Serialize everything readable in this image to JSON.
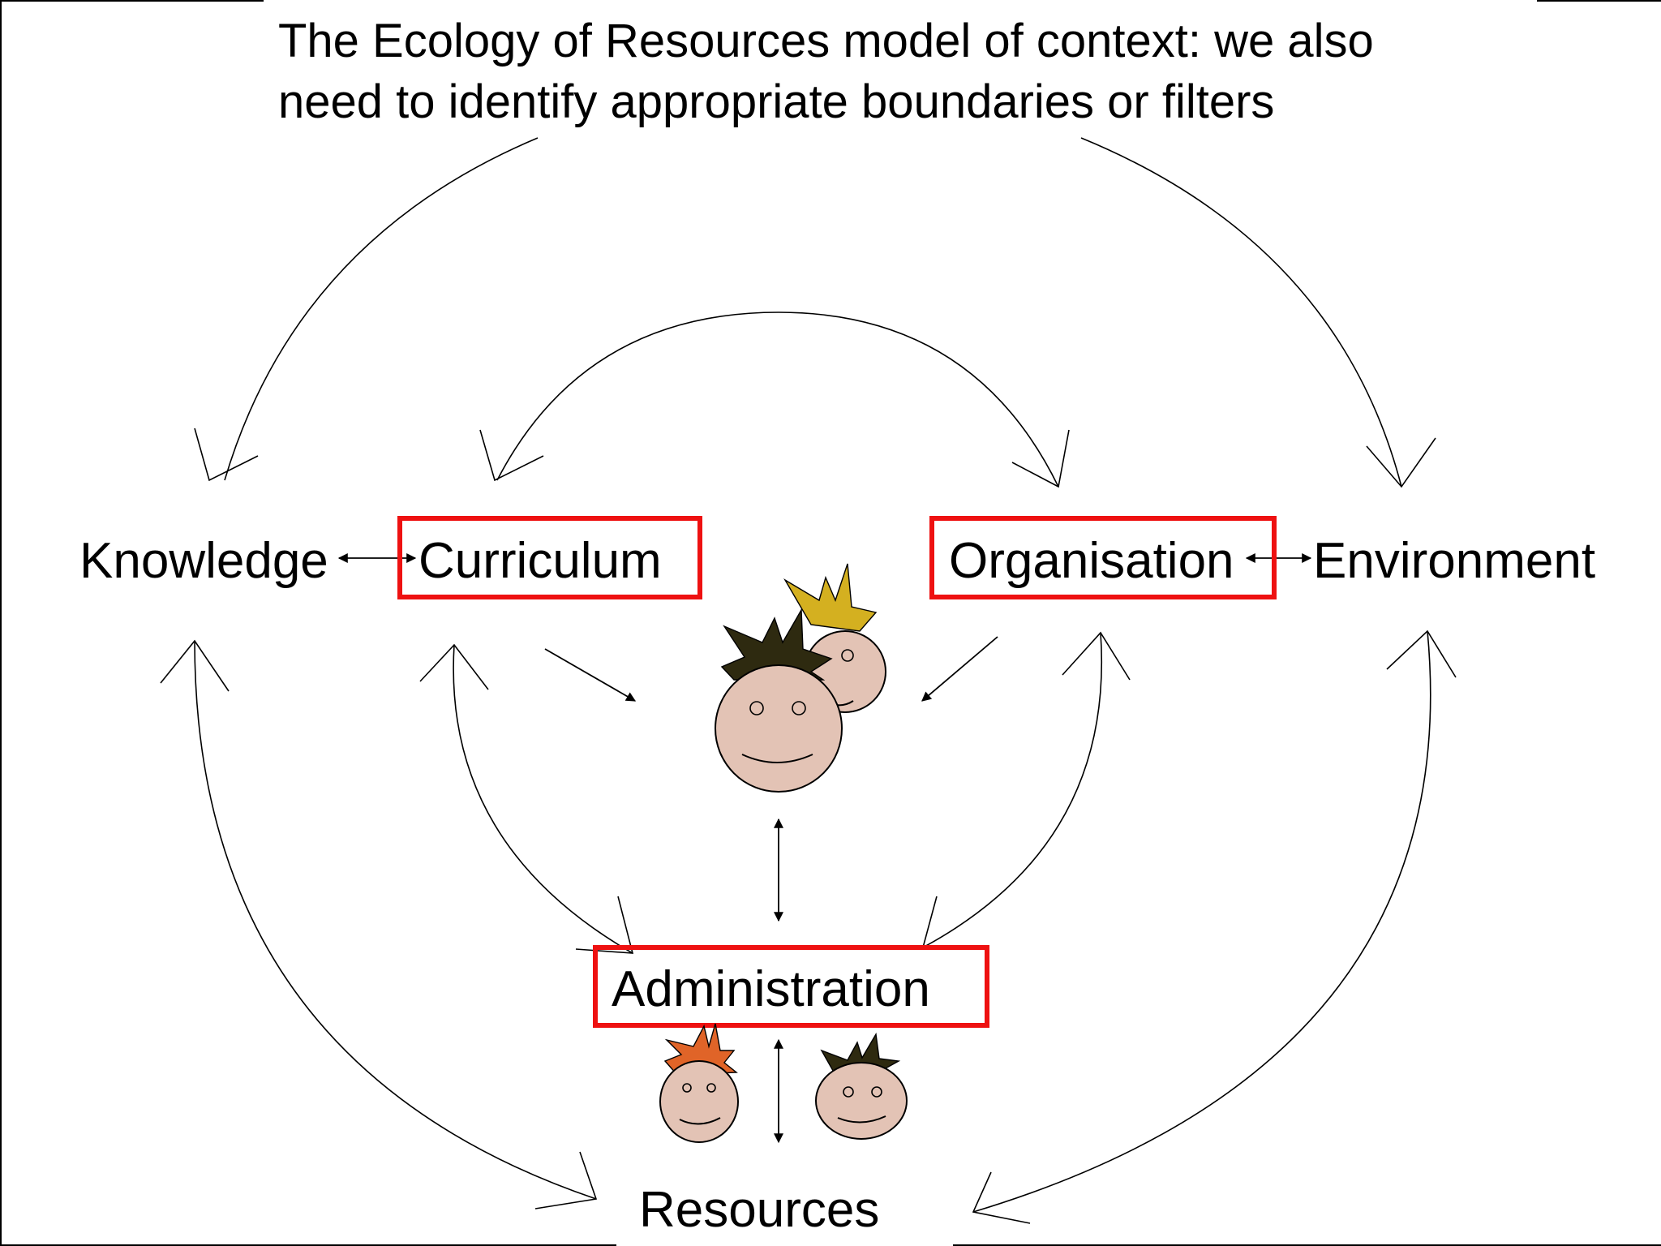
{
  "title": {
    "line1": "The Ecology of Resources model of context: we also",
    "line2": "need to identify appropriate boundaries or filters"
  },
  "nodes": {
    "knowledge": "Knowledge",
    "curriculum": "Curriculum",
    "organisation": "Organisation",
    "environment": "Environment",
    "administration": "Administration",
    "resources": "Resources"
  },
  "filtered_nodes": [
    "Curriculum",
    "Organisation",
    "Administration"
  ],
  "colors": {
    "filter_box": "#ee1111",
    "face_skin": "#e3c3b5",
    "hair_dark": "#2e2a10",
    "hair_gold": "#d4b020",
    "hair_orange": "#e06428"
  },
  "icons": {
    "learner_group": "two-learners-icon",
    "admin_left": "learner-icon",
    "admin_right": "learner-icon"
  }
}
